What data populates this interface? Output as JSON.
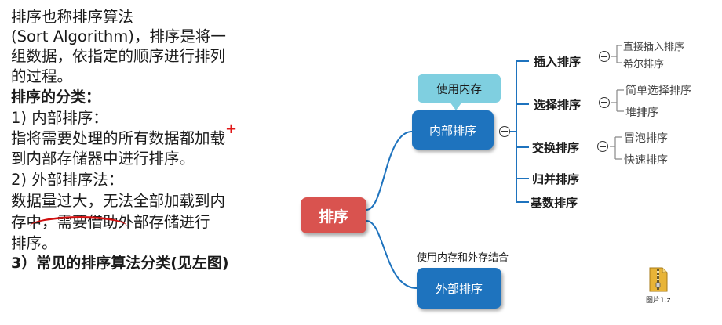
{
  "text_panel": {
    "lines": [
      "排序也称排序算法",
      "(Sort Algorithm)，排序是将一",
      "组数据，依指定的顺序进行排列",
      "的过程。",
      "排序的分类：",
      "1) 内部排序：",
      "指将需要处理的所有数据都加载",
      "到内部存储器中进行排序。",
      "2) 外部排序法：",
      "数据量过大，无法全部加载到内",
      "存中，需要借助外部存储进行",
      "排序。",
      "3）常见的排序算法分类(见左图)"
    ],
    "plus_mark": "+"
  },
  "mindmap": {
    "root": "排序",
    "inner_node": "内部排序",
    "callout": "使用内存",
    "outer_note": "使用内存和外存结合",
    "outer_node": "外部排序",
    "categories": [
      {
        "label": "插入排序",
        "children": [
          "直接插入排序",
          "希尔排序"
        ]
      },
      {
        "label": "选择排序",
        "children": [
          "简单选择排序",
          "堆排序"
        ]
      },
      {
        "label": "交换排序",
        "children": [
          "冒泡排序",
          "快速排序"
        ]
      },
      {
        "label": "归并排序",
        "children": []
      },
      {
        "label": "基数排序",
        "children": []
      }
    ]
  },
  "desktop": {
    "file_label": "图片1.z"
  },
  "colors": {
    "root_node": "#d9534f",
    "blue_node": "#1e73be",
    "callout": "#7fcfe0",
    "line": "#1e73be",
    "annotation_red": "#e01818"
  }
}
